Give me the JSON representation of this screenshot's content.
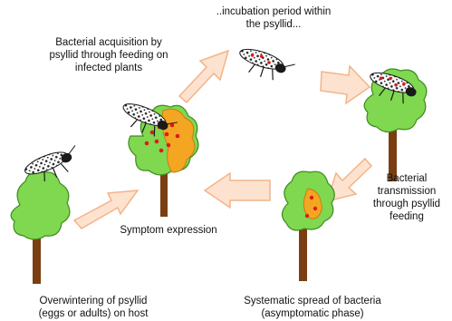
{
  "labels": {
    "acquisition": [
      "Bacterial acquisition by",
      "psyllid through feeding on",
      "infected plants"
    ],
    "incubation": [
      "..incubation period within",
      "the psyllid..."
    ],
    "transmission": [
      "Bacterial",
      "transmission",
      "through psyllid",
      "feeding"
    ],
    "symptom": [
      "Symptom expression"
    ],
    "spread": [
      "Systematic spread of bacteria",
      "(asymptomatic phase)"
    ],
    "overwintering": [
      "Overwintering of psyllid",
      "(eggs or adults) on host"
    ]
  },
  "colors": {
    "foliage": "#7fd84f",
    "foliage_stroke": "#3f8a1f",
    "trunk": "#7a3e12",
    "infection": "#f4a623",
    "bacteria": "#e01a1a",
    "arrow_fill": "#fde3cf",
    "arrow_stroke": "#f2b48a",
    "psyllid_body": "#1a1a1a",
    "psyllid_wing": "#ffffff"
  },
  "icons": [
    "tree-icon",
    "psyllid-icon",
    "cycle-arrow-icon"
  ]
}
